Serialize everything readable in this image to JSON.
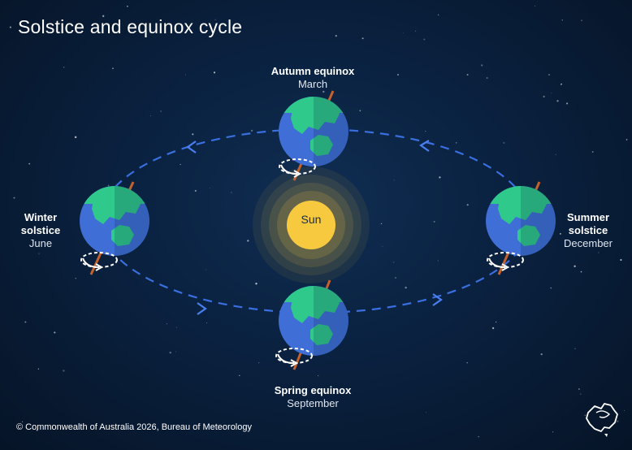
{
  "title": "Solstice and equinox cycle",
  "sun": {
    "label": "Sun"
  },
  "positions": {
    "top": {
      "name": "Autumn equinox",
      "month": "March"
    },
    "bottom": {
      "name": "Spring equinox",
      "month": "September"
    },
    "left": {
      "name_line1": "Winter",
      "name_line2": "solstice",
      "month": "June"
    },
    "right": {
      "name_line1": "Summer",
      "name_line2": "solstice",
      "month": "December"
    }
  },
  "footer": "© Commonwealth of Australia 2026, Bureau of Meteorology",
  "icons": [
    "australia-logo-icon"
  ],
  "colors": {
    "background": "#0a213f",
    "orbit": "#3a6fe0",
    "sun": "#f6c93f",
    "ocean": "#3f6fd6",
    "land": "#2fc98c",
    "axis": "#c5622b"
  }
}
